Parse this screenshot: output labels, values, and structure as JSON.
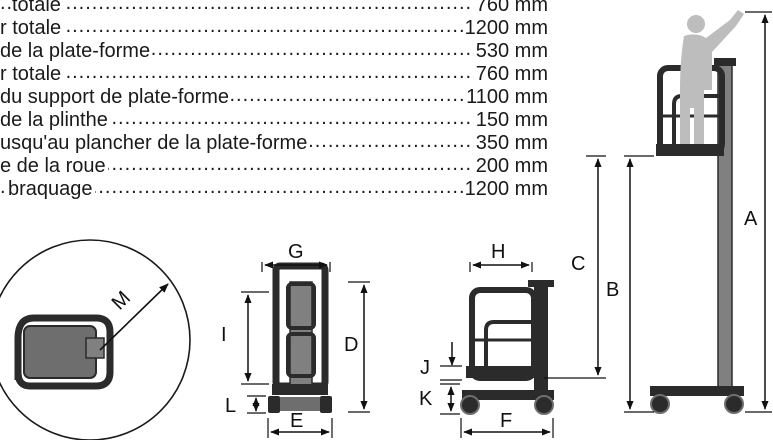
{
  "specs": [
    {
      "label": "totale",
      "value": "760 mm",
      "indent": 12
    },
    {
      "label": "r totale",
      "value": "1200 mm",
      "indent": 0
    },
    {
      "label": "de la plate-forme",
      "value": "530 mm",
      "indent": 0
    },
    {
      "label": "r totale",
      "value": "760 mm",
      "indent": 0
    },
    {
      "label": "du support de plate-forme",
      "value": "1100 mm",
      "indent": 0
    },
    {
      "label": "de la plinthe",
      "value": "150 mm",
      "indent": 0
    },
    {
      "label": "usqu'au plancher de la plate-forme",
      "value": "350 mm",
      "indent": 0
    },
    {
      "label": "e de la roue",
      "value": "200 mm",
      "indent": 0
    },
    {
      "label": "braquage",
      "value": "1200 mm",
      "indent": 8
    }
  ],
  "dimension_labels": {
    "A": "A",
    "B": "B",
    "C": "C",
    "D": "D",
    "E": "E",
    "F": "F",
    "G": "G",
    "H": "H",
    "I": "I",
    "J": "J",
    "K": "K",
    "L": "L",
    "M": "M"
  },
  "colors": {
    "frame": "#2b2b2b",
    "platform_fill": "#6e6e6e",
    "mast": "#808080",
    "person": "#bdbdbd"
  }
}
